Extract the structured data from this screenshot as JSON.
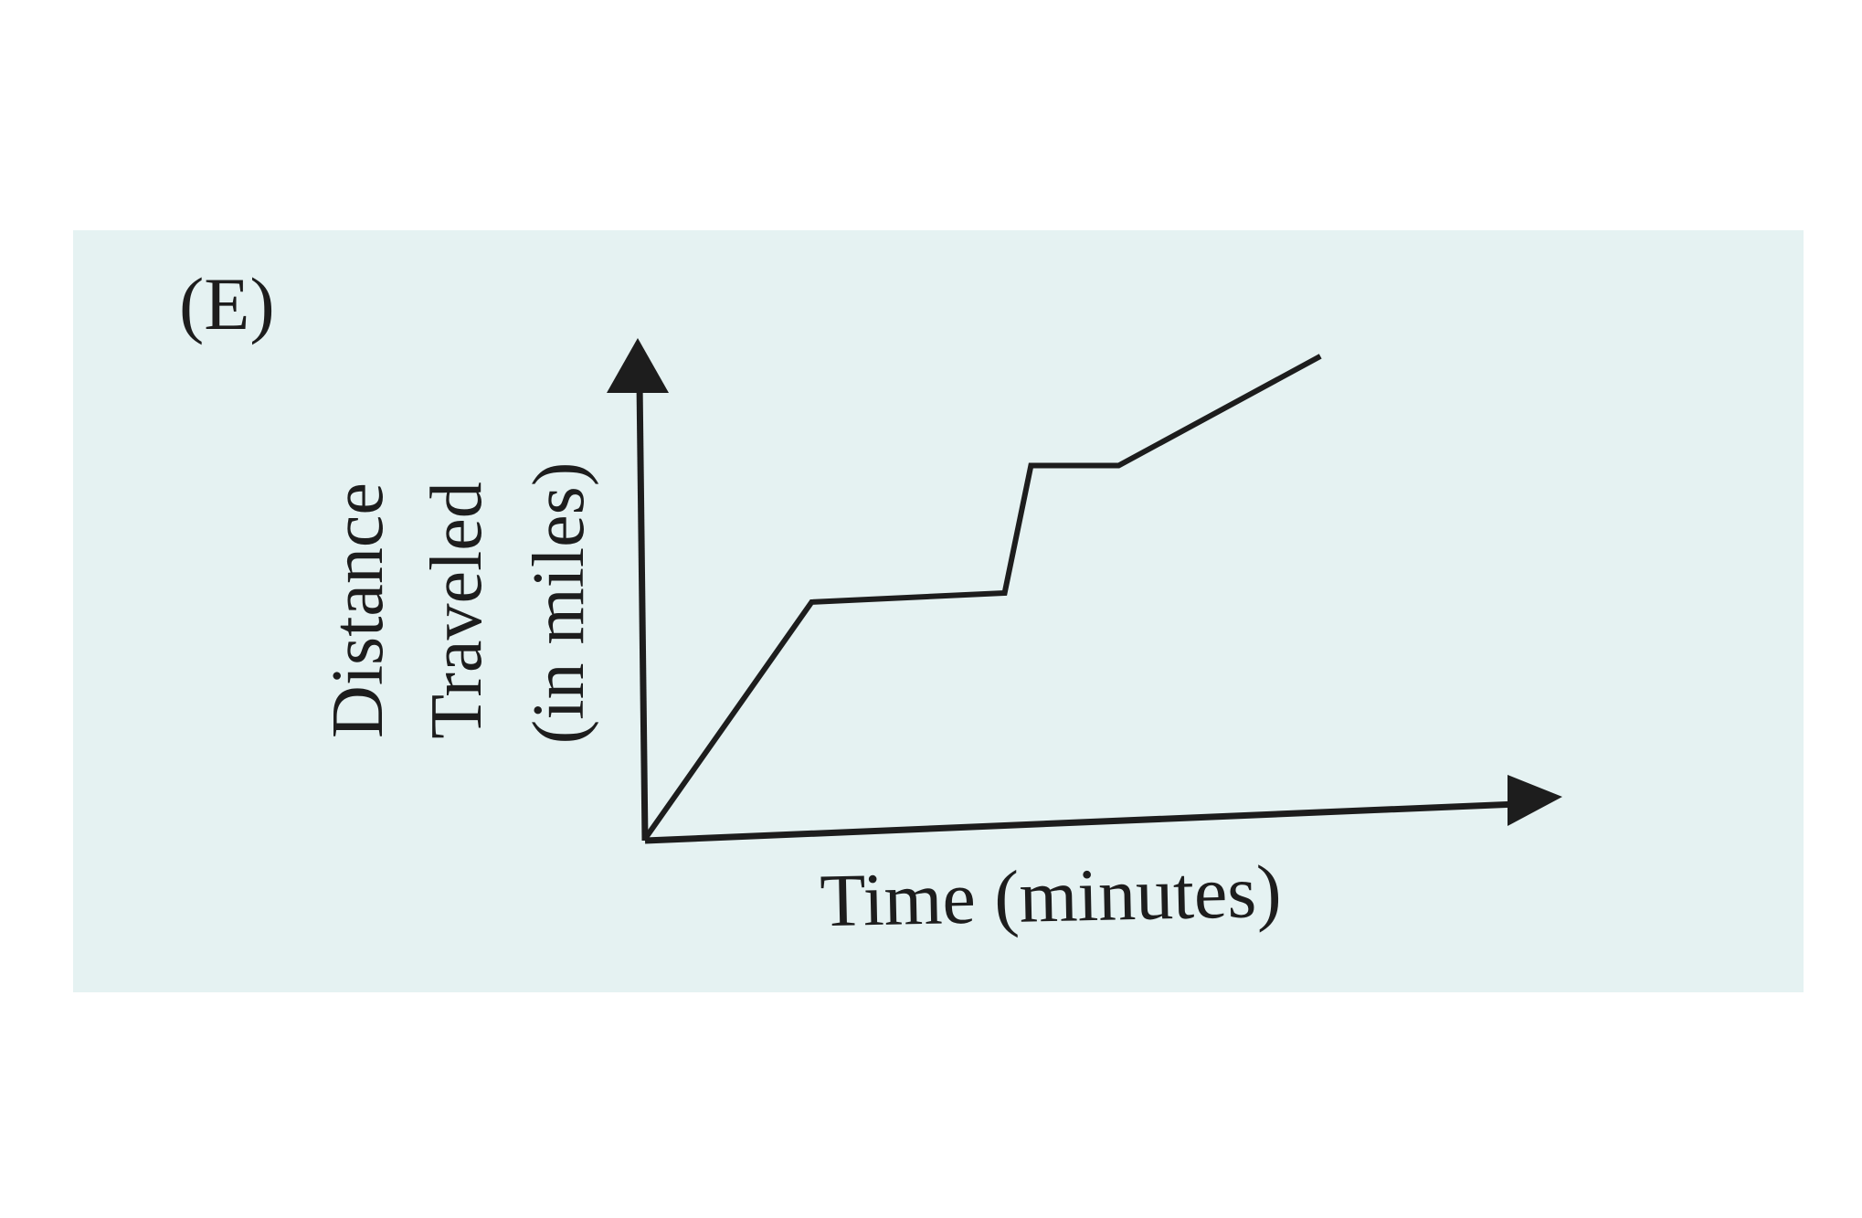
{
  "option_label": "(E)",
  "chart_data": {
    "type": "line",
    "title": "",
    "xlabel": "Time (minutes)",
    "ylabel_lines": [
      "Distance",
      "Traveled",
      "(in miles)"
    ],
    "x": [
      0,
      1.9,
      4.1,
      4.4,
      5.4,
      7.7
    ],
    "y": [
      0,
      2.6,
      2.7,
      4.1,
      4.1,
      5.3
    ],
    "xlim": [
      0,
      10
    ],
    "ylim": [
      0,
      5.5
    ],
    "grid": false,
    "ticks": "none",
    "legend": "none",
    "colors": {
      "panel": "#e5f2f2",
      "ink": "#1d1d1d"
    }
  }
}
